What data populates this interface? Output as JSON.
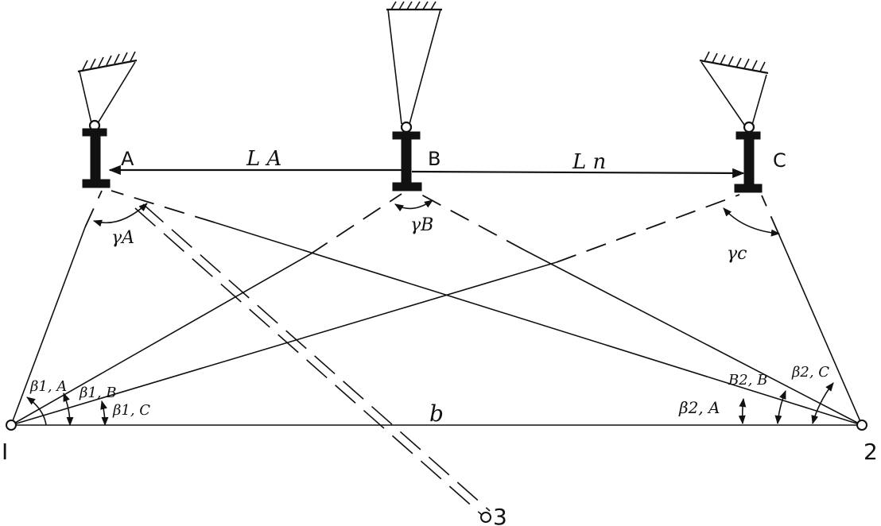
{
  "labels": {
    "A": "A",
    "B": "B",
    "C": "C",
    "LA": "L A",
    "Ln": "L n",
    "gammaA": "γA",
    "gammaB": "γB",
    "gammaC": "γc",
    "b": "b",
    "p1": "I",
    "p2": "2",
    "p3": "3",
    "beta1A": "β1, A",
    "beta1B": "β1, B",
    "beta1C": "β1, C",
    "beta2A": "β2, A",
    "beta2B": "B2, B",
    "beta2C": "β2, C"
  },
  "colors": {
    "ink": "#111111",
    "paper": "#ffffff"
  }
}
